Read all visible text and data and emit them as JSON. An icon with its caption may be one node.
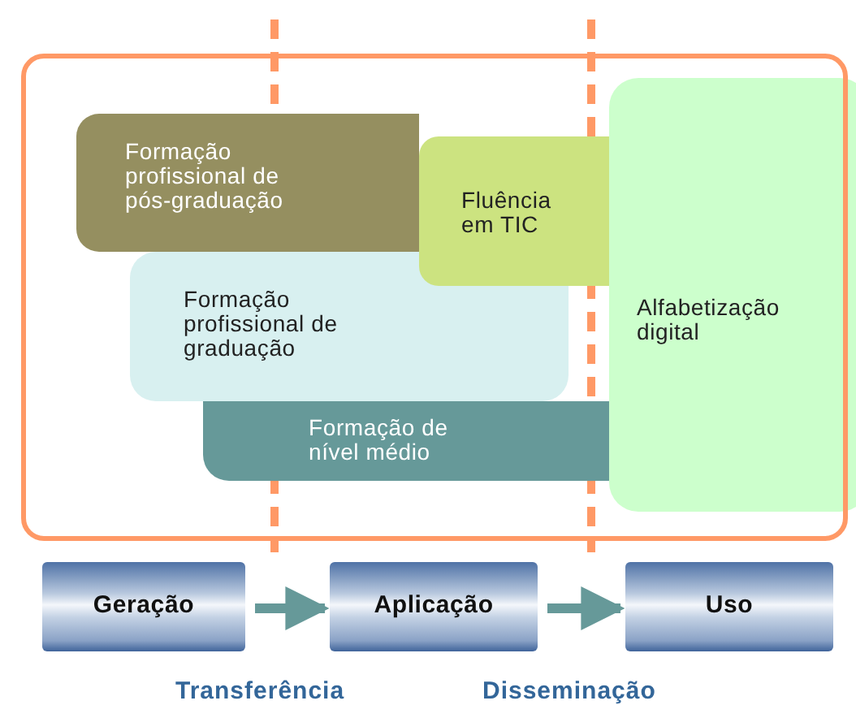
{
  "diagram": {
    "nodes": [
      {
        "text": [],
        "shape": "box"
      },
      {
        "text": [
          "Formação profissional de pós-graduação"
        ],
        "in": 0
      },
      {
        "text": [
          "Formação profissional de graduação"
        ],
        "in": 0
      },
      {
        "text": [
          "Formação de nível médio"
        ],
        "in": 0
      },
      {
        "text": [
          "Fluência em TIC"
        ],
        "in": 0
      },
      {
        "text": [
          "Alfabetização digital"
        ]
      },
      {
        "text": [
          "Geração"
        ]
      },
      {
        "text": [
          "Aplicação"
        ]
      },
      {
        "text": [
          "Uso"
        ]
      }
    ],
    "edges": [
      {
        "from": 6,
        "to": 7,
        "arrow": "to"
      },
      {
        "from": 7,
        "to": 8,
        "arrow": "to"
      }
    ],
    "labels": [
      "Transferência",
      "Disseminação"
    ]
  }
}
